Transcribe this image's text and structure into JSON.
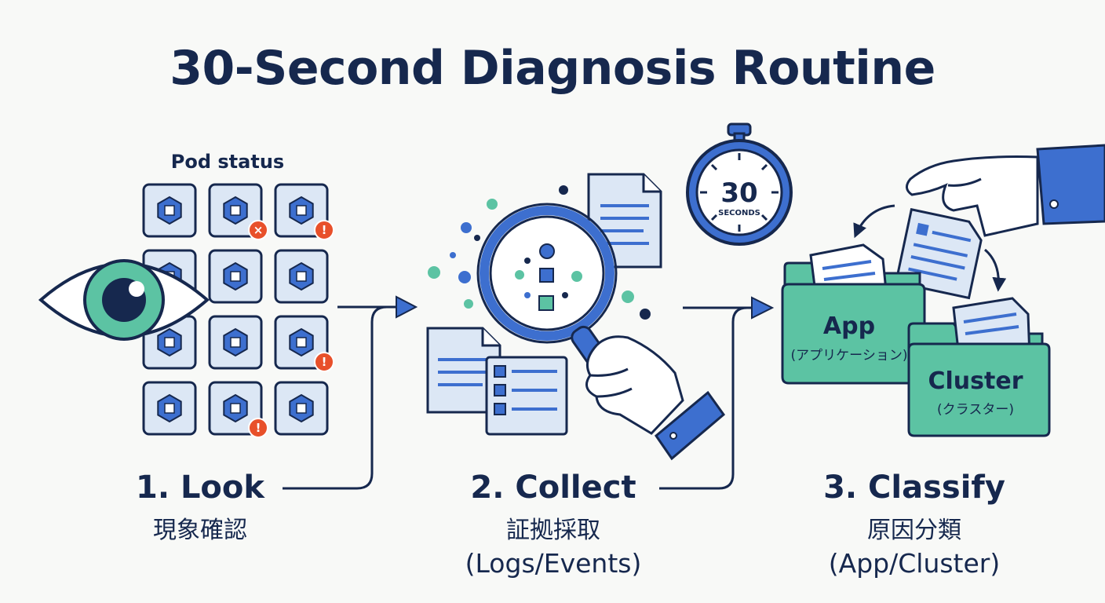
{
  "title": "30-Second Diagnosis Routine",
  "timer": {
    "number": "30",
    "unit": "SECONDS"
  },
  "pods": {
    "title": "Pod status",
    "grid": [
      [
        "ok",
        "error",
        "warn"
      ],
      [
        "ok",
        "ok",
        "ok"
      ],
      [
        "ok",
        "ok",
        "warn"
      ],
      [
        "ok",
        "warn",
        "ok"
      ]
    ]
  },
  "steps": [
    {
      "label": "1. Look",
      "sub": "現象確認",
      "sub2": ""
    },
    {
      "label": "2. Collect",
      "sub": "証拠採取",
      "sub2": "(Logs/Events)"
    },
    {
      "label": "3. Classify",
      "sub": "原因分類",
      "sub2": "(App/Cluster)"
    }
  ],
  "folders": {
    "app": {
      "name": "App",
      "sub": "(アプリケーション)"
    },
    "cluster": {
      "name": "Cluster",
      "sub": "(クラスター)"
    }
  },
  "colors": {
    "navy": "#16284e",
    "blue": "#3d6fcf",
    "light_blue": "#dce7f5",
    "teal": "#5cc3a3",
    "red": "#e8502a"
  }
}
